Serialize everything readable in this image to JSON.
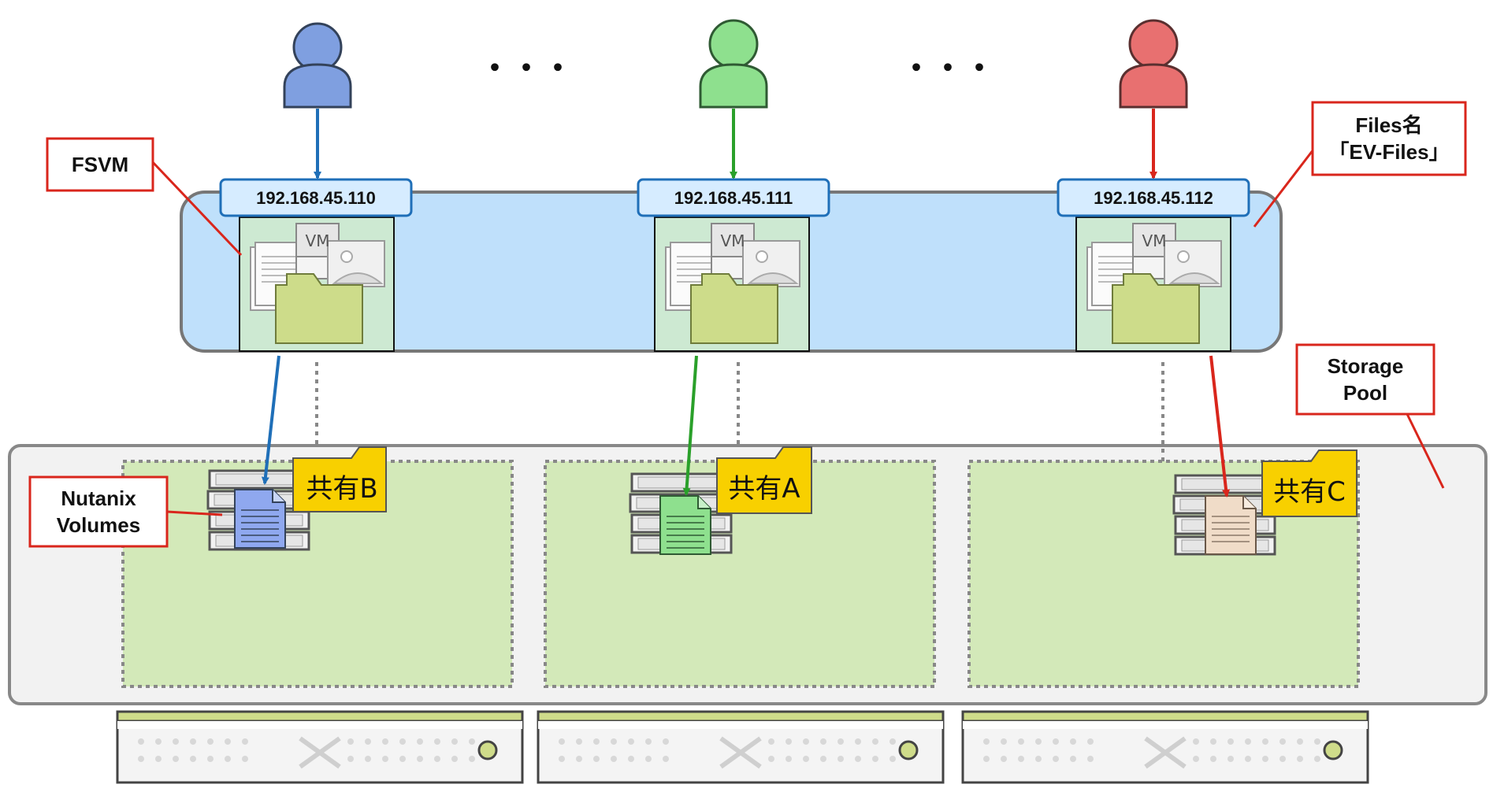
{
  "users": [
    {
      "id": "blue",
      "color": "#7f9fe0",
      "stroke": "#33425a"
    },
    {
      "id": "green",
      "color": "#8ee08e",
      "stroke": "#2f5a33"
    },
    {
      "id": "red",
      "color": "#e87070",
      "stroke": "#5a2f2f"
    }
  ],
  "ellipsis": "・・・",
  "fsvm_nodes": [
    {
      "ip": "192.168.45.110",
      "vm_label": "VM"
    },
    {
      "ip": "192.168.45.111",
      "vm_label": "VM"
    },
    {
      "ip": "192.168.45.112",
      "vm_label": "VM"
    }
  ],
  "shares": [
    {
      "label": "共有B",
      "doc_color": "#8fa8ef"
    },
    {
      "label": "共有A",
      "doc_color": "#8ee08e"
    },
    {
      "label": "共有C",
      "doc_color": "#f0dcc8"
    }
  ],
  "callouts": {
    "fsvm": "FSVM",
    "files_name_line1": "Files名",
    "files_name_line2": "「EV-Files」",
    "storage_pool_line1": "Storage",
    "storage_pool_line2": "Pool",
    "nutanix_volumes_line1": "Nutanix",
    "nutanix_volumes_line2": "Volumes"
  },
  "colors": {
    "arrow_blue": "#1f6fb8",
    "arrow_green": "#2aa02a",
    "arrow_red": "#d9261c",
    "callout_border": "#d9261c",
    "fsvm_band": "#bfe0fb",
    "ip_box": "#d6ecff",
    "storage_band": "#f2f2f2",
    "share_zone": "#d3e9b9",
    "share_tag": "#f8d000",
    "server_top": "#cfdc8a"
  }
}
